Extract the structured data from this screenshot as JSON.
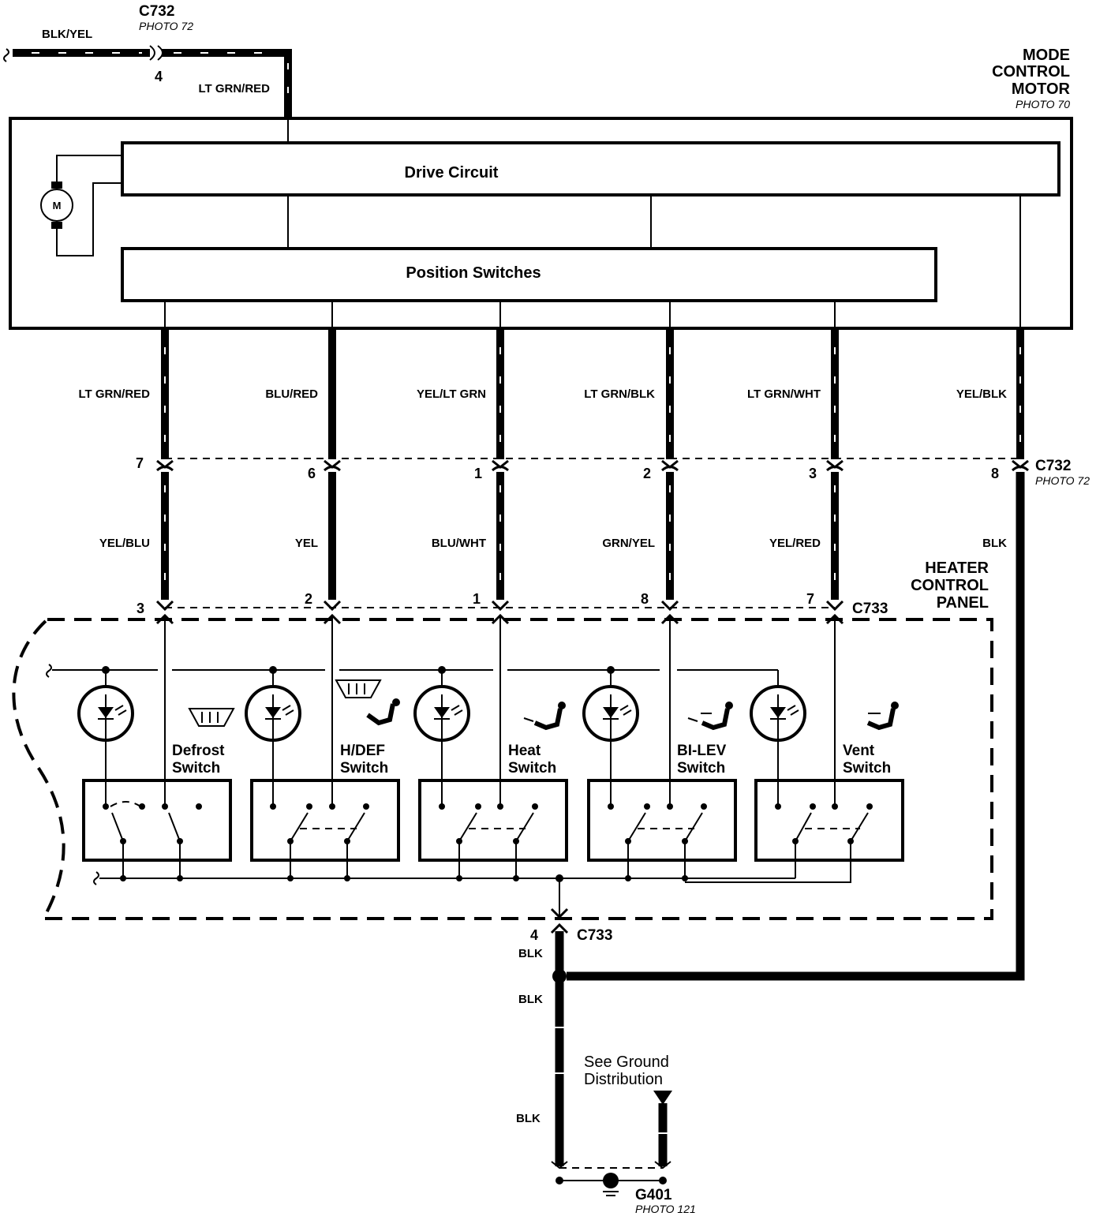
{
  "top_connector": {
    "name": "C732",
    "photo": "PHOTO 72",
    "pin": "4",
    "in_wire": "BLK/YEL",
    "out_wire": "LT GRN/RED"
  },
  "mode_motor": {
    "title_lines": [
      "MODE",
      "CONTROL",
      "MOTOR"
    ],
    "photo": "PHOTO 70",
    "motor_symbol": "M",
    "drive_circuit": "Drive Circuit",
    "position_switches": "Position Switches"
  },
  "upper_wires": [
    {
      "color": "LT GRN/RED",
      "pin": "7"
    },
    {
      "color": "BLU/RED",
      "pin": "6"
    },
    {
      "color": "YEL/LT GRN",
      "pin": "1"
    },
    {
      "color": "LT GRN/BLK",
      "pin": "2"
    },
    {
      "color": "LT GRN/WHT",
      "pin": "3"
    },
    {
      "color": "YEL/BLK",
      "pin": "8"
    }
  ],
  "mid_connector": {
    "name": "C732",
    "photo": "PHOTO 72"
  },
  "lower_wires": [
    {
      "color": "YEL/BLU",
      "pin": "3"
    },
    {
      "color": "YEL",
      "pin": "2"
    },
    {
      "color": "BLU/WHT",
      "pin": "1"
    },
    {
      "color": "GRN/YEL",
      "pin": "8"
    },
    {
      "color": "YEL/RED",
      "pin": "7"
    },
    {
      "color": "BLK",
      "pin": ""
    }
  ],
  "lower_connector": {
    "name": "C733"
  },
  "heater_panel": {
    "title_lines": [
      "HEATER",
      "CONTROL",
      "PANEL"
    ]
  },
  "switches": [
    {
      "line1": "Defrost",
      "line2": "Switch"
    },
    {
      "line1": "H/DEF",
      "line2": "Switch"
    },
    {
      "line1": "Heat",
      "line2": "Switch"
    },
    {
      "line1": "BI-LEV",
      "line2": "Switch"
    },
    {
      "line1": "Vent",
      "line2": "Switch"
    }
  ],
  "ground_connector": {
    "name": "C733",
    "pin": "4",
    "wire": "BLK"
  },
  "ground_wires": [
    "BLK",
    "BLK"
  ],
  "ground_note_lines": [
    "See Ground",
    "Distribution"
  ],
  "ground_point": {
    "name": "G401",
    "photo": "PHOTO 121"
  }
}
